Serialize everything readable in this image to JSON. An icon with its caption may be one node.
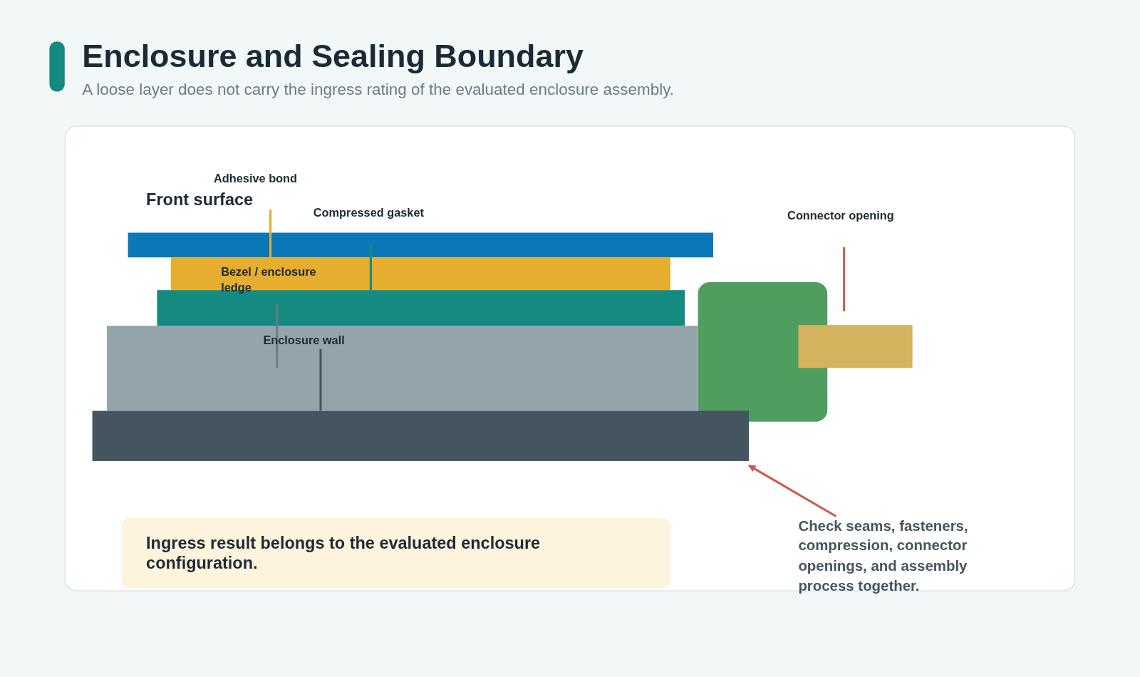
{
  "diagram": {
    "title": "Enclosure and Sealing Boundary",
    "nodes": [
      {
        "text": [
          "Adhesive bond"
        ]
      },
      {
        "text": [
          "Compressed gasket"
        ]
      },
      {
        "text": [
          "Connector opening"
        ]
      },
      {
        "text": [
          "Bezel / enclosure ledge"
        ]
      },
      {
        "text": [
          "Enclosure wall"
        ],
        "in": 7
      },
      {
        "text": [],
        "shape": "bar"
      },
      {
        "text": [],
        "shape": "bar"
      },
      {
        "text": [],
        "shape": "bar"
      },
      {
        "text": [],
        "shape": "bar"
      },
      {
        "text": [],
        "shape": "bar"
      },
      {
        "text": [
          "Ingress result belongs to the evaluated enclosure configuration."
        ]
      },
      {
        "text": [
          "Check seams, fasteners, compression, connector openings, and assembly process together."
        ]
      }
    ],
    "edges": [
      {
        "from": 0,
        "to": 5,
        "arrow": "none",
        "color": "#e6ad2e"
      },
      {
        "from": 1,
        "to": 6,
        "arrow": "none",
        "color": "#158a80"
      },
      {
        "from": 2,
        "to": 8,
        "arrow": "none",
        "color": "#cf5a4a"
      },
      {
        "from": 3,
        "to": 7,
        "arrow": "none",
        "color": "#6b7c85"
      },
      {
        "from": 4,
        "to": 9,
        "arrow": "none",
        "color": "#44555f"
      },
      {
        "from": 11,
        "to": 9,
        "arrow": "to",
        "color": "#cf5a4a"
      }
    ],
    "labels": [
      "A loose layer does not carry the ingress rating of the evaluated enclosure assembly.",
      "Front surface"
    ]
  }
}
